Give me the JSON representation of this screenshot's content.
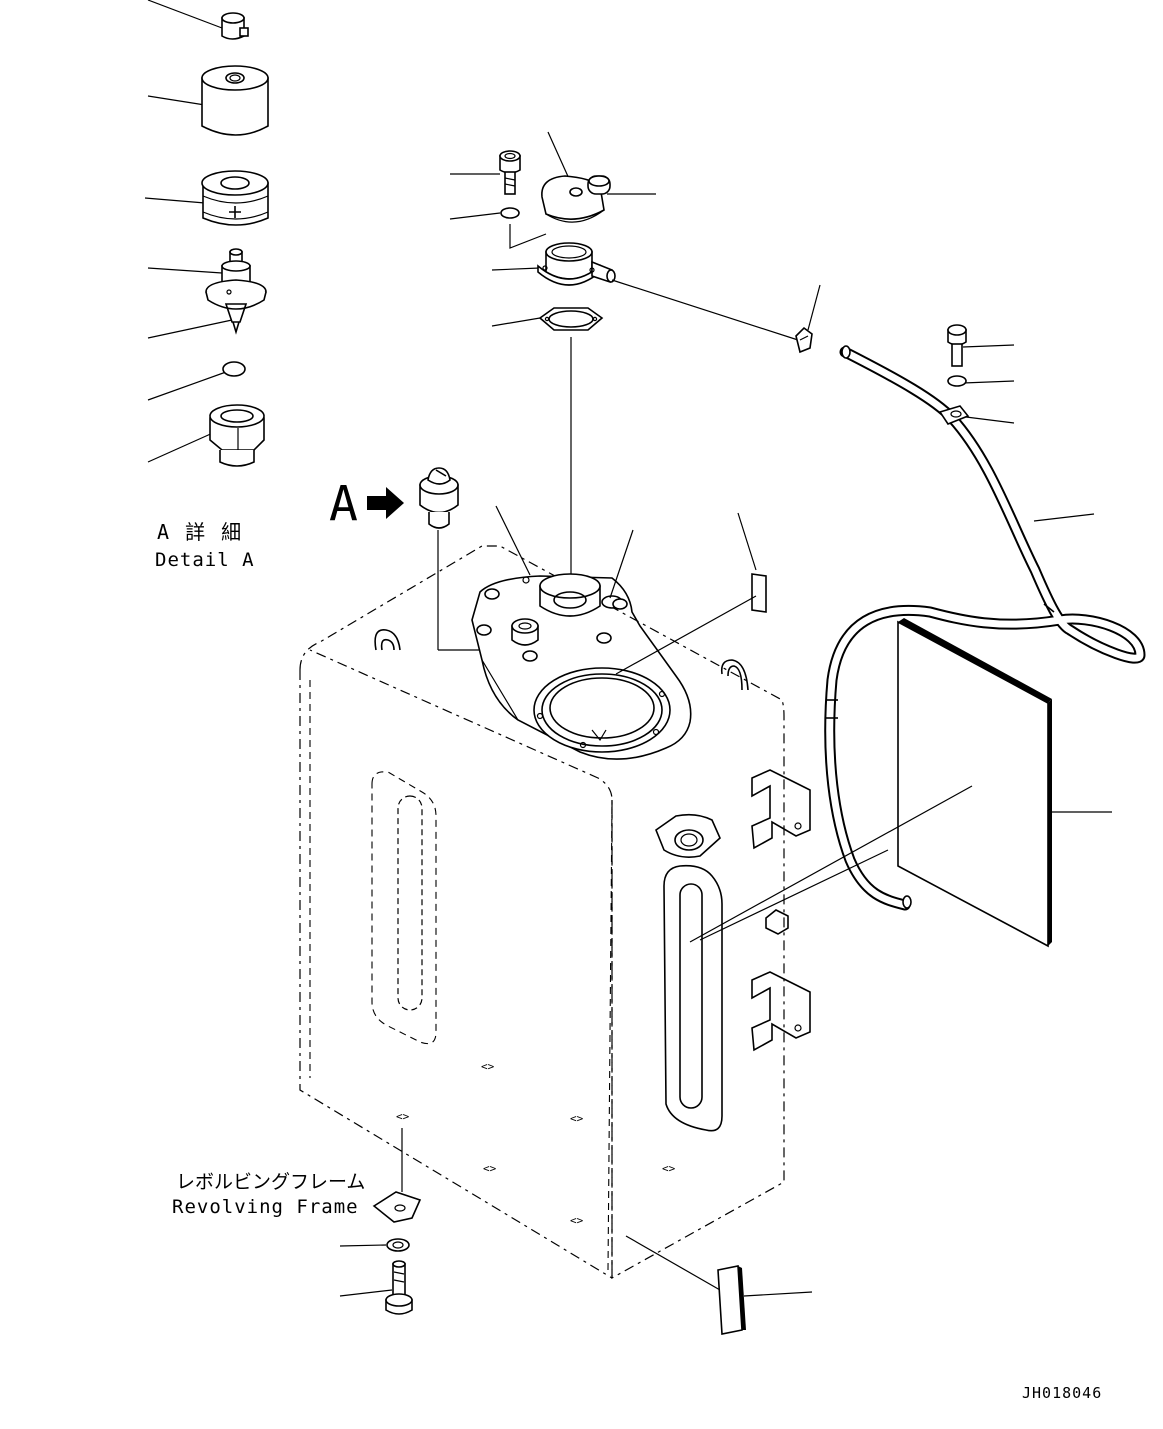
{
  "labels": {
    "view_marker": "A",
    "detail_jp": "A 詳 細",
    "detail_en": "Detail A",
    "frame_jp": "レボルビングフレーム",
    "frame_en": "Revolving Frame",
    "drawing_id": "JH018046"
  }
}
